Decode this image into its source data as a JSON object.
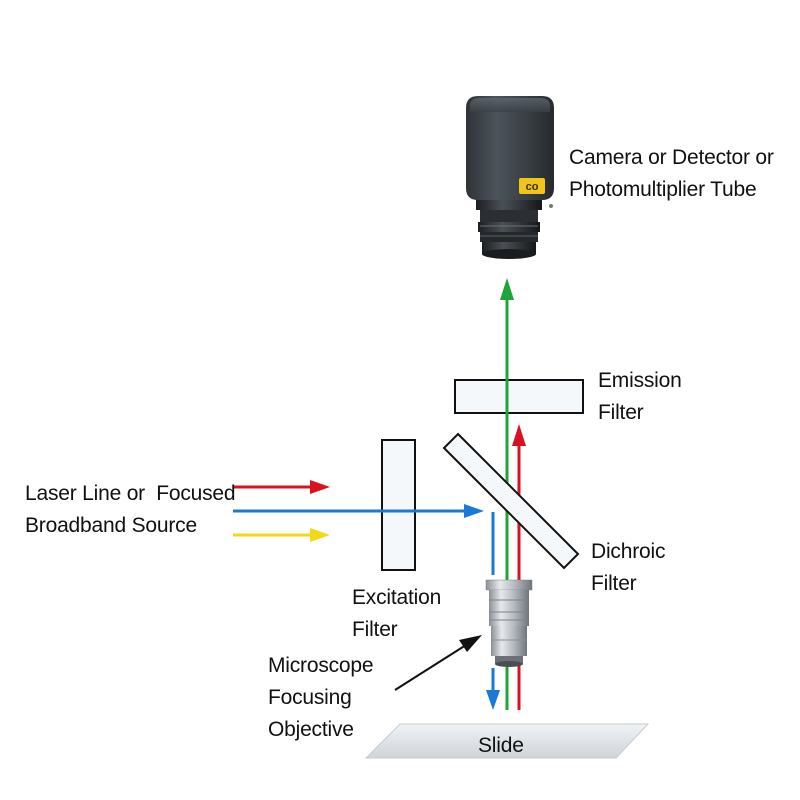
{
  "labels": {
    "detector": [
      "Camera or Detector or",
      "Photomultiplier Tube"
    ],
    "emission_filter": [
      "Emission",
      "Filter"
    ],
    "source": [
      "Laser Line or  Focused",
      "Broadband Source"
    ],
    "dichroic_filter": [
      "Dichroic",
      "Filter"
    ],
    "excitation_filter": [
      "Excitation",
      "Filter"
    ],
    "objective": [
      "Microscope",
      "Focusing",
      "Objective"
    ],
    "slide": "Slide"
  },
  "colors": {
    "red_beam": "#d8121f",
    "blue_beam": "#1a78d6",
    "green_beam": "#1ea53a",
    "yellow_beam": "#f2d81a",
    "filter_fill": "#f4f8fb",
    "filter_stroke": "#111111",
    "camera_body": "#3a4046",
    "camera_badge": "#f0c419",
    "slide_fill": "#dfe3e8"
  },
  "icons": {
    "detector": "camera-icon",
    "objective": "microscope-objective-icon"
  }
}
